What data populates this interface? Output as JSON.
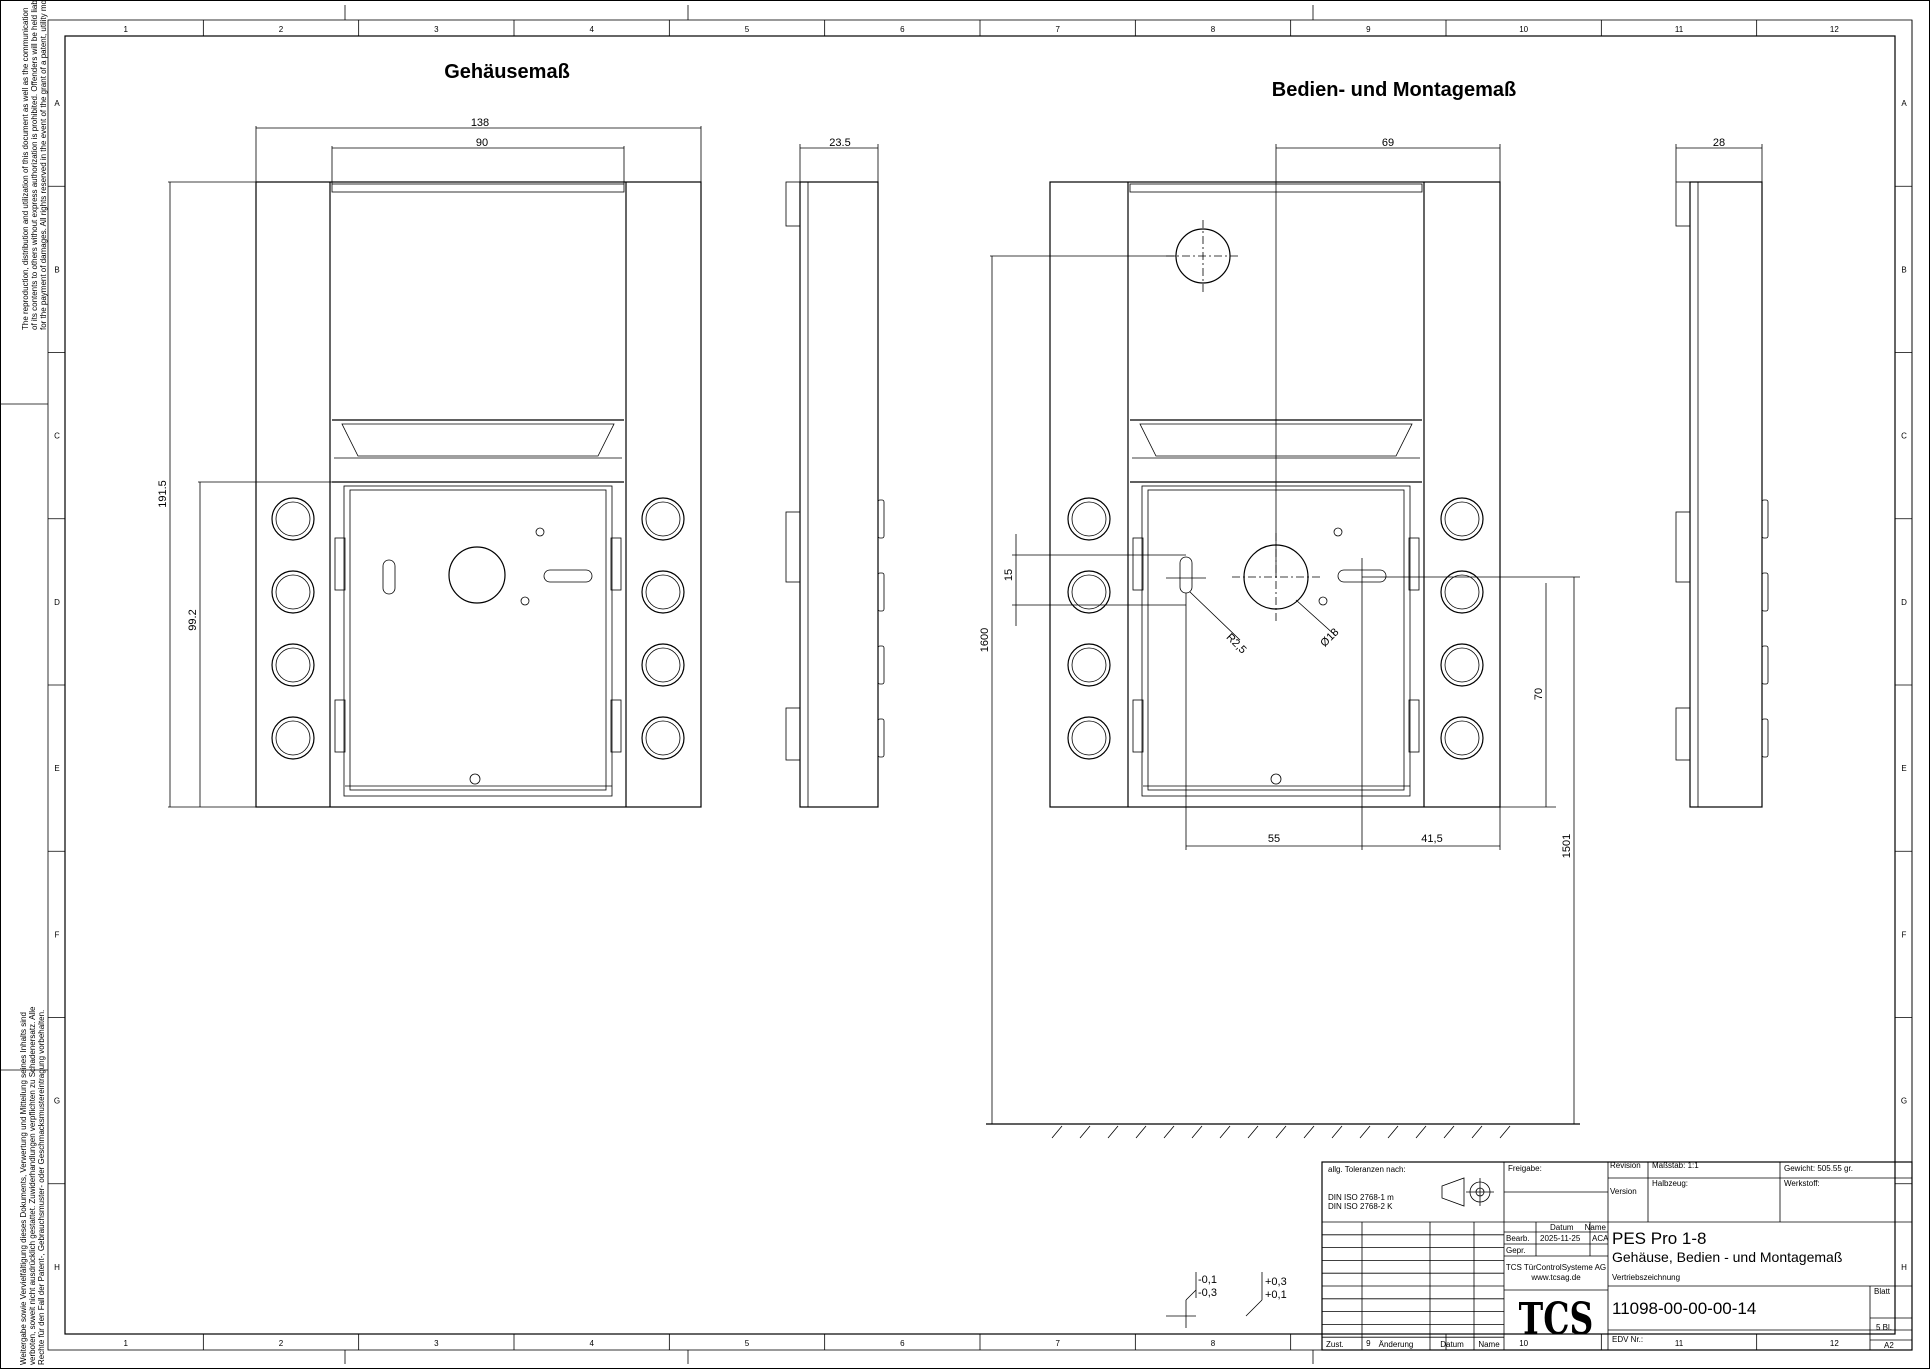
{
  "titles": {
    "housing": "Gehäusemaß",
    "operating": "Bedien- und Montagemaß"
  },
  "grid": {
    "columns": [
      "1",
      "2",
      "3",
      "4",
      "5",
      "6",
      "7",
      "8",
      "9",
      "10",
      "11",
      "12"
    ],
    "rows": [
      "A",
      "B",
      "C",
      "D",
      "E",
      "F",
      "G",
      "H"
    ]
  },
  "dimensions": {
    "width_outer": "138",
    "width_inner": "90",
    "depth_left": "23.5",
    "height_total": "191.5",
    "height_lower": "99.2",
    "center_offset": "69",
    "depth_right": "28",
    "slot_spacing": "15",
    "mount_height": "1600",
    "radius": "R2,5",
    "diameter": "Ø18",
    "hole_vertical": "70",
    "hole_left": "55",
    "hole_right": "41,5",
    "lower_height": "1501"
  },
  "tolerances": {
    "minus_upper": "-0,1",
    "minus_lower": "-0,3",
    "plus_upper": "+0,3",
    "plus_lower": "+0,1"
  },
  "side_notes": {
    "upper_lines": [
      "The reproduction, distribution and utilization of this document as well as the communication",
      "of its contents to others without express authorization is prohibited. Offenders will be held liable",
      "for the payment of damages. All rights reserved in the event of the grant of a patent, utility model or design."
    ],
    "lower_lines": [
      "Weitergabe sowie Vervielfältigung dieses Dokuments, Verwertung und Mitteilung seines Inhalts sind",
      "verboten, soweit nicht ausdrücklich gestattet. Zuwiderhandlungen verpflichten zu Schadenersatz. Alle",
      "Rechte für den Fall der Patent-, Gebrauchsmuster- oder Geschmacksmustereintragung vorbehalten."
    ]
  },
  "title_block": {
    "tolerance_label": "allg. Toleranzen nach:",
    "tolerance_std1": "DIN ISO 2768-1 m",
    "tolerance_std2": "DIN ISO 2768-2 K",
    "release_label": "Freigabe:",
    "revision_label": "Revision",
    "version_label": "Version",
    "scale_label": "Maßstab: 1:1",
    "weight_label": "Gewicht: 505.55 gr.",
    "semi_finished_label": "Halbzeug:",
    "material_label": "Werkstoff:",
    "date_col": "Datum",
    "name_col": "Name",
    "drawn_label": "Bearb.",
    "drawn_date": "2025-11-25",
    "drawn_name": "ACA",
    "checked_label": "Gepr.",
    "company": "TCS TürControlSysteme AG",
    "website": "www.tcsag.de",
    "logo_text": "TCS",
    "product": "PES Pro 1-8",
    "description": "Gehäuse, Bedien - und Montagemaß",
    "drawing_type": "Vertriebszeichnung",
    "drawing_number": "11098-00-00-00-14",
    "sheet_label": "Blatt",
    "sheet_count": "5 Bl.",
    "edv_label": "EDV Nr.:",
    "format": "A2",
    "zust_label": "Zust.",
    "change_label": "Änderung",
    "change_date_label": "Datum",
    "change_name_label": "Name"
  }
}
